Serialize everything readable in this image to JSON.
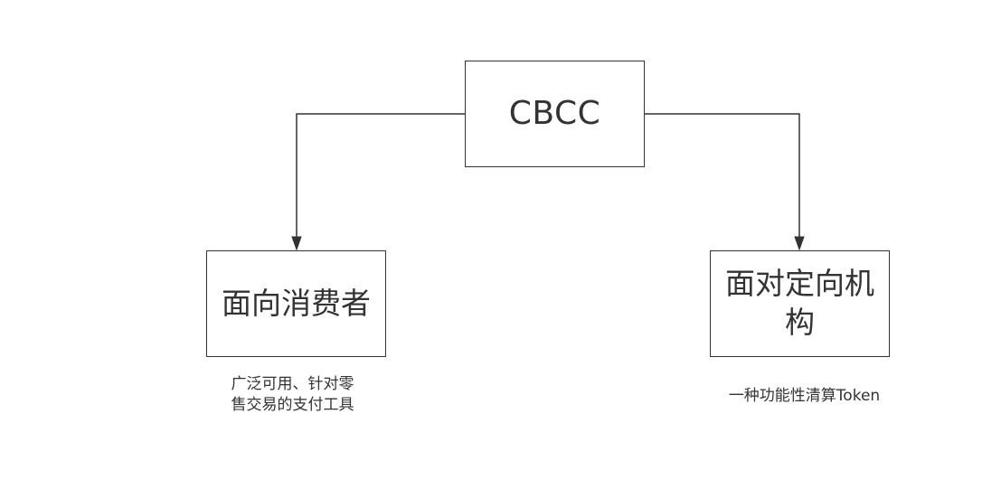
{
  "nodes": {
    "root": {
      "label": "CBCC"
    },
    "left": {
      "label": "面向消费者",
      "caption": "广泛可用、针对零售交易的支付工具"
    },
    "right": {
      "label": "面对定向机构",
      "caption": "一种功能性清算Token"
    }
  },
  "colors": {
    "line": "#333333",
    "text": "#333333",
    "box_fill": "#ffffff",
    "page_bg": "#ffffff"
  }
}
